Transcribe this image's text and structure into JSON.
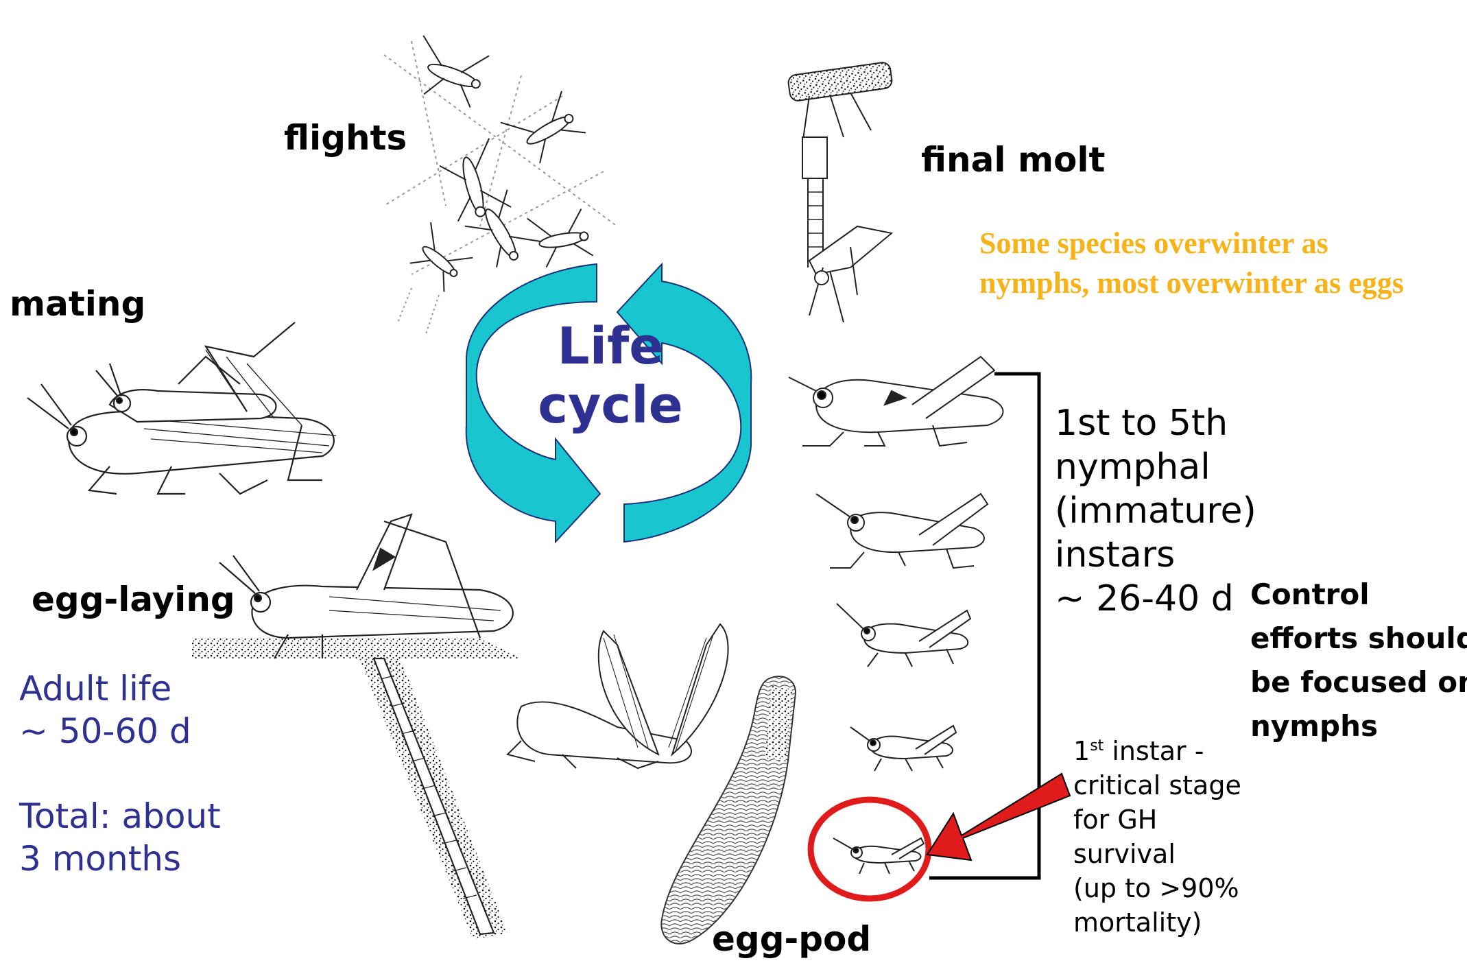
{
  "stages": {
    "flights": "flights",
    "final_molt": "final molt",
    "mating": "mating",
    "egg_laying": "egg-laying",
    "egg_pod": "egg-pod"
  },
  "cycle_label": {
    "line1": "Life",
    "line2": "cycle"
  },
  "overwinter_note": {
    "line1": "Some species overwinter as",
    "line2": "nymphs, most overwinter as eggs"
  },
  "adult_life": {
    "line1": "Adult life",
    "line2": "~ 50-60 d",
    "line3": "Total: about",
    "line4": "3 months"
  },
  "instars": {
    "line1": "1st to 5th",
    "line2": "nymphal",
    "line3": "(immature)",
    "line4": "instars",
    "line5": "~ 26-40 d"
  },
  "control": {
    "line1": "Control",
    "line2": "efforts should",
    "line3": "be focused on",
    "line4": "nymphs"
  },
  "first_instar": {
    "num": "1",
    "sup": "st",
    "line1_rest": " instar -",
    "line2": "critical stage",
    "line3": "for GH",
    "line4": "survival",
    "line5": "(up to >90%",
    "line6": "mortality)"
  },
  "colors": {
    "cycle_arrow": "#19c6d0",
    "highlight": "#e01b1b",
    "label_blue": "#2e3192",
    "note_orange": "#f7b21a"
  }
}
